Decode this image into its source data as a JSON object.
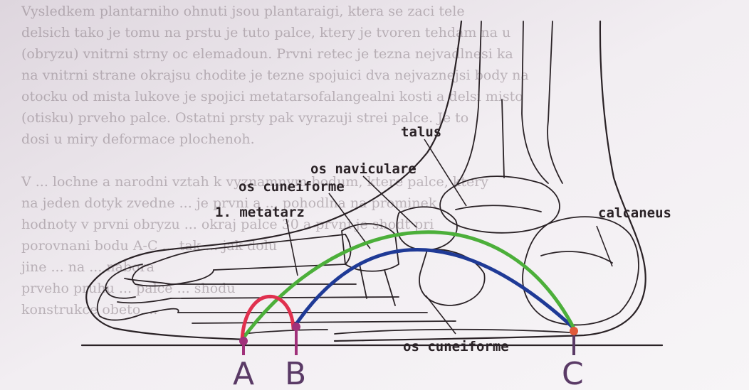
{
  "page": {
    "background_text_lines": [
      "Vysledkem plantarniho ohnuti jsou plantaraigi, ktera se zaci tele",
      "delsich tako je tomu na prstu je tuto palce, ktery je tvoren tehdam na u",
      "(obryzu) vnitrni strny oc elemadoun. Prvni retec je tezna nejvadlnesi ka",
      "na vnitrni strane okrajsu chodite je tezne spojuici dva nejvaznejsi body na ",
      "otocku od mista lukove je spojici metatarsofalangealni kosti a delsi misto ",
      "(otisku) prveho palce. Ostatni prsty pak vyrazuji strei palce. Je to",
      "dosi u miry deformace plochenoh.",
      "V ... lochne a narodni vztah k vyznamnym bodum, ktere palce, ktery",
      "na jeden dotyk zvedne ... je prvni a ... pohodlna na prominek",
      "hodnoty v prvni obryzu ... okraj palce 30 a prvni je shodt pri",
      "porovnani bodu A-C ... tak ... jak dolu",
      "jine ... na ... nabora",
      "prveho pruhu ... palce ... shodu",
      "konstrukce obeto ..."
    ],
    "labels": {
      "talus": "talus",
      "os_naviculare": "os naviculare",
      "os_cuneiforme_upper": "os cuneiforme",
      "metatarz": "1. metatarz",
      "calcaneus": "calcaneus",
      "os_cuneiforme_lower": "os cuneiforme"
    },
    "points": {
      "a": "A",
      "b": "B",
      "c": "C"
    },
    "colors": {
      "green_arch": "#4caf3a",
      "blue_arch": "#1f3a96",
      "red_arch": "#e0304e",
      "ink": "#2a2226",
      "point_label": "#5a3a66"
    }
  }
}
